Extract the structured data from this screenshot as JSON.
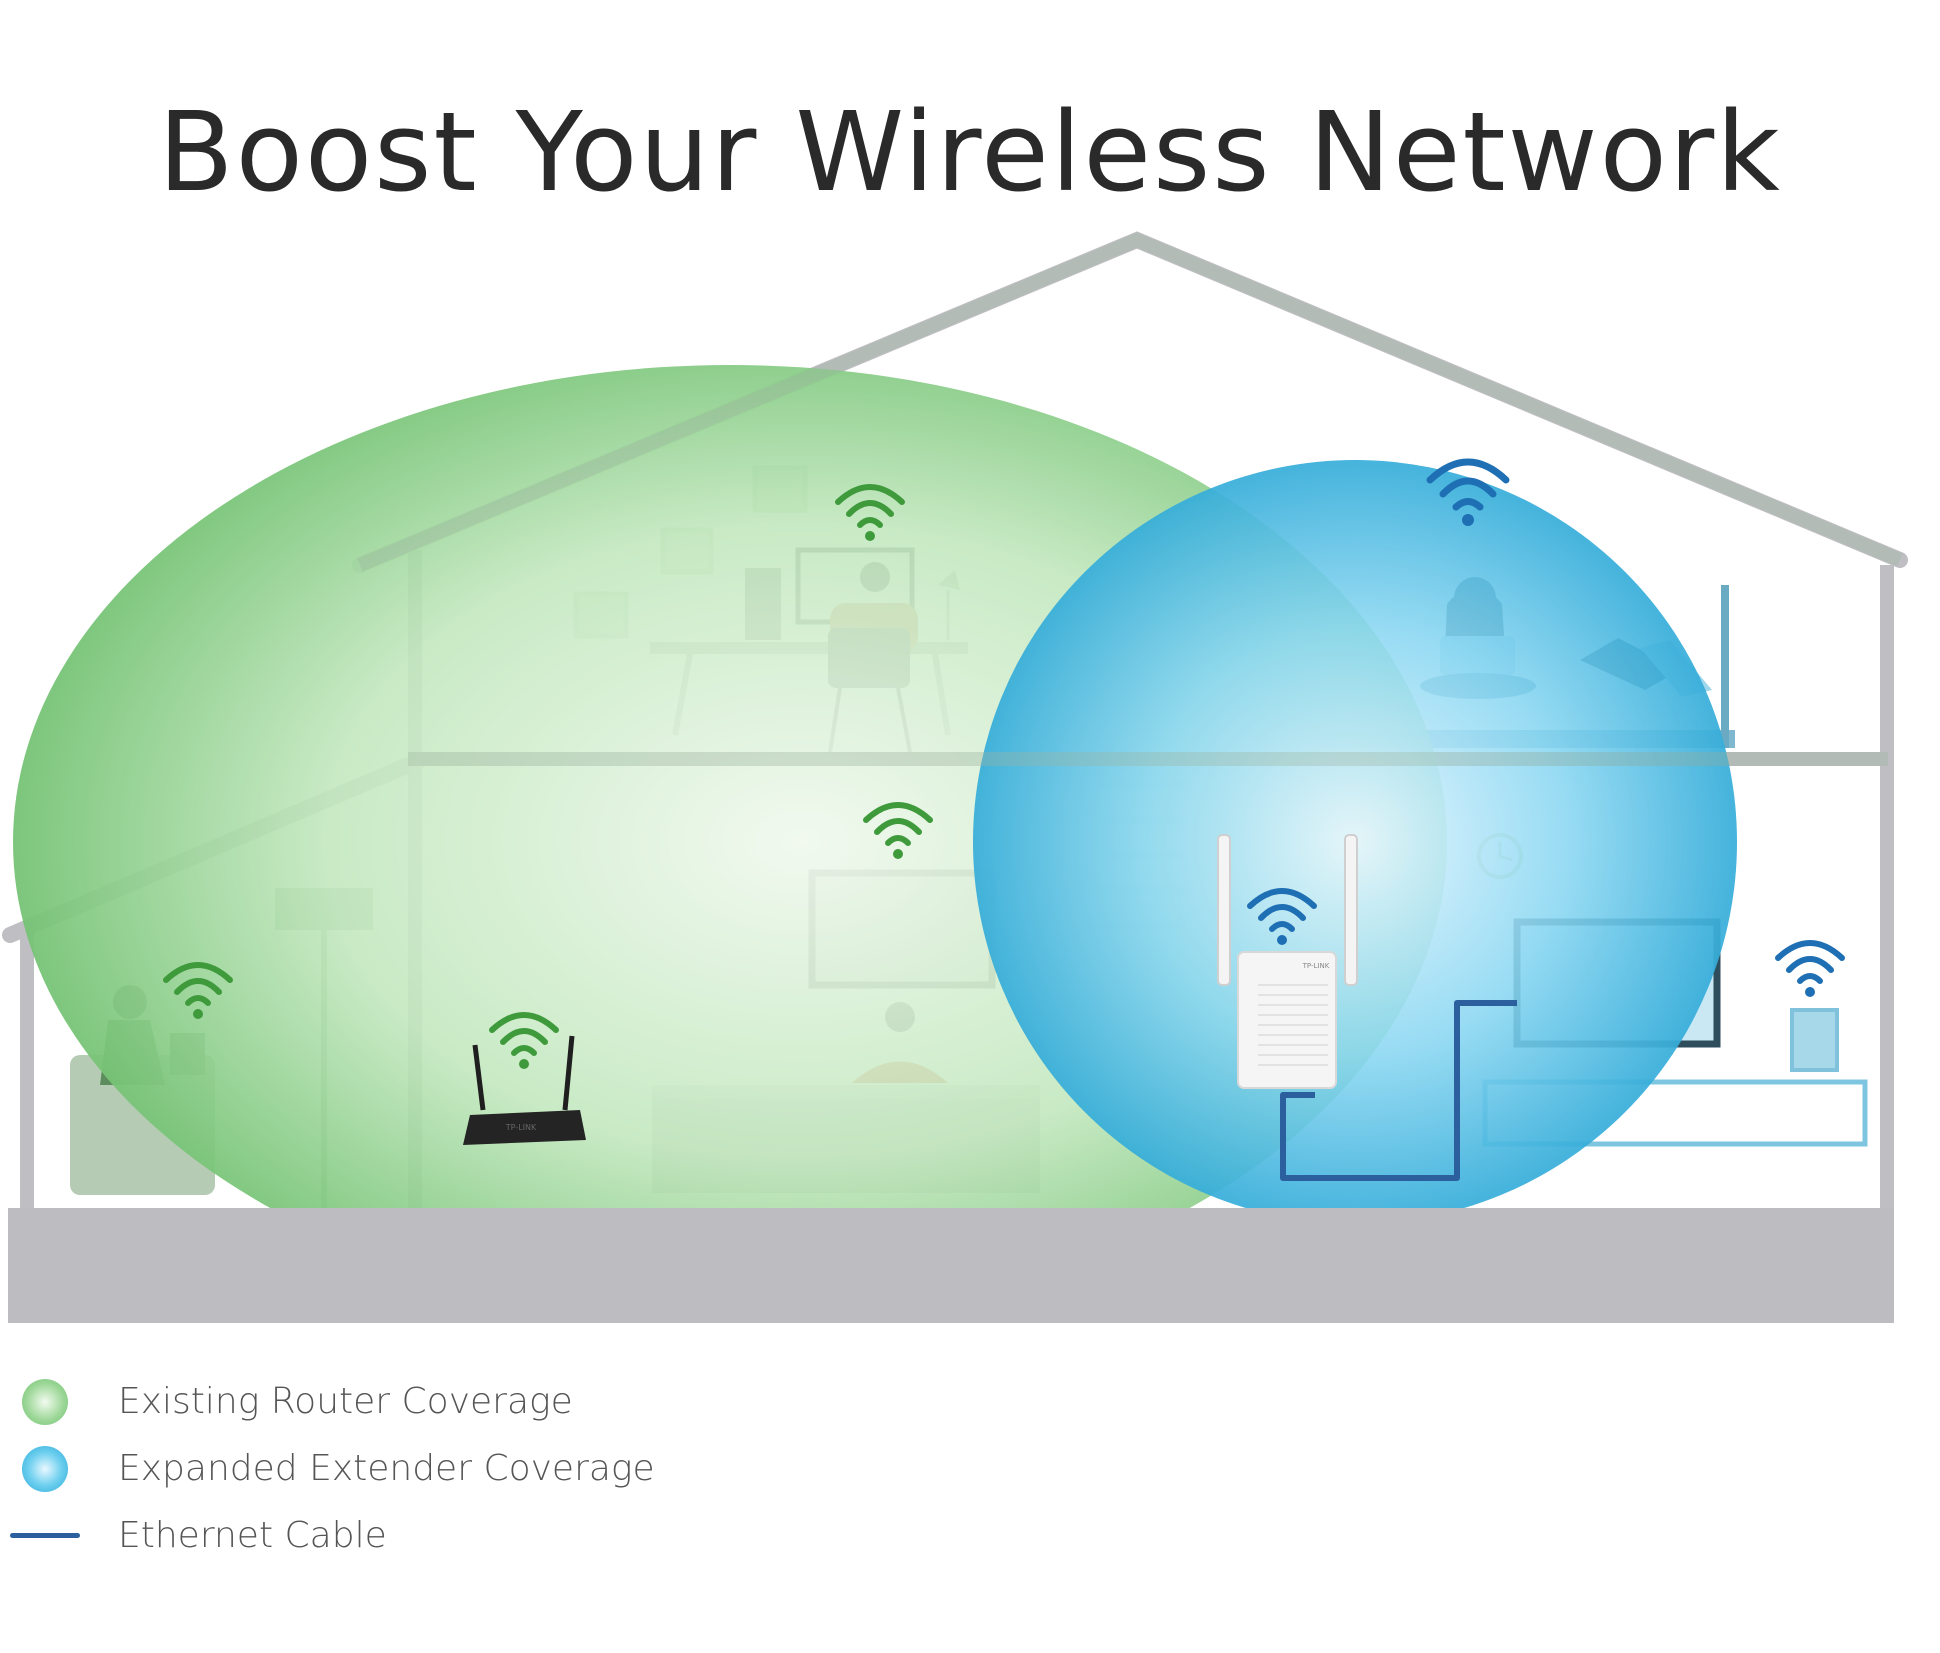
{
  "title": "Boost Your Wireless Network",
  "devices": {
    "router_brand": "TP-LINK",
    "extender_brand": "TP-LINK"
  },
  "colors": {
    "router_coverage": "#6cc06d",
    "extender_coverage": "#2aa9d8",
    "ethernet": "#2b5f9e",
    "house": "#bfbfc3",
    "wifi_green": "#3f9a3c",
    "wifi_blue": "#1e6fb3"
  },
  "legend": [
    {
      "swatch": "green-circle",
      "label": "Existing Router Coverage"
    },
    {
      "swatch": "blue-circle",
      "label": "Expanded Extender Coverage"
    },
    {
      "swatch": "line",
      "label": "Ethernet Cable"
    }
  ]
}
